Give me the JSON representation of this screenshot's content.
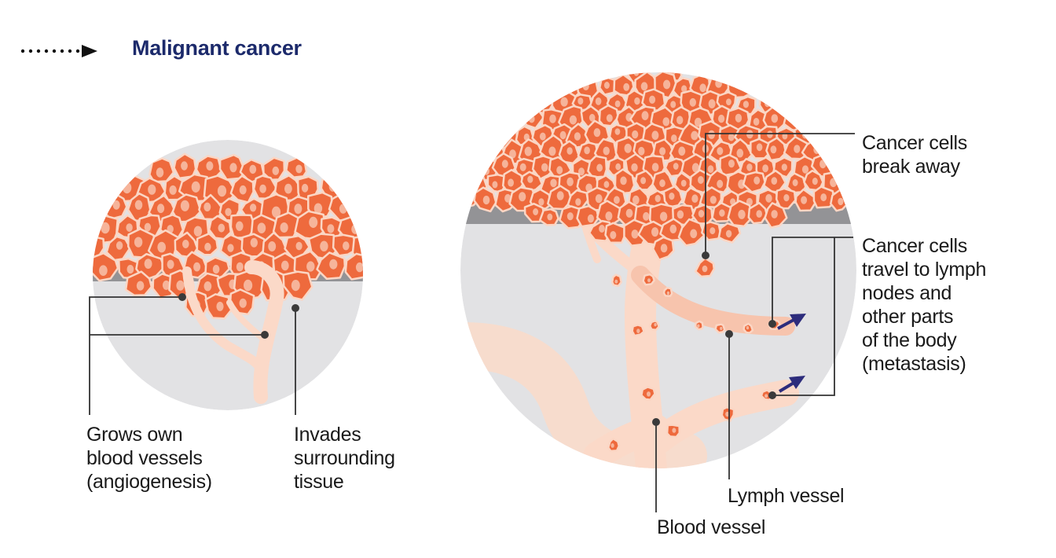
{
  "header": {
    "title": "Malignant cancer",
    "indicator_icon": "dotted-arrow-icon"
  },
  "left_panel": {
    "labels": {
      "angiogenesis": [
        "Grows own",
        "blood vessels",
        "(angiogenesis)"
      ],
      "invades": [
        "Invades",
        "surrounding",
        "tissue"
      ]
    }
  },
  "right_panel": {
    "labels": {
      "break_away": [
        "Cancer cells",
        "break away"
      ],
      "metastasis": [
        "Cancer cells",
        "travel to lymph",
        "nodes and",
        "other parts",
        "of the body",
        "(metastasis)"
      ],
      "lymph_vessel": [
        "Lymph vessel"
      ],
      "blood_vessel": [
        "Blood vessel"
      ]
    }
  },
  "colors": {
    "title": "#1c2a6b",
    "circle_bg": "#e2e2e4",
    "membrane": "#939396",
    "cell_fill": "#ee6a3d",
    "cell_nucleus": "#f6b49a",
    "cell_outline": "#fbd6c4",
    "vessel": "#fbd9c8",
    "leader_line": "#333333",
    "arrow": "#2d2c7c"
  }
}
